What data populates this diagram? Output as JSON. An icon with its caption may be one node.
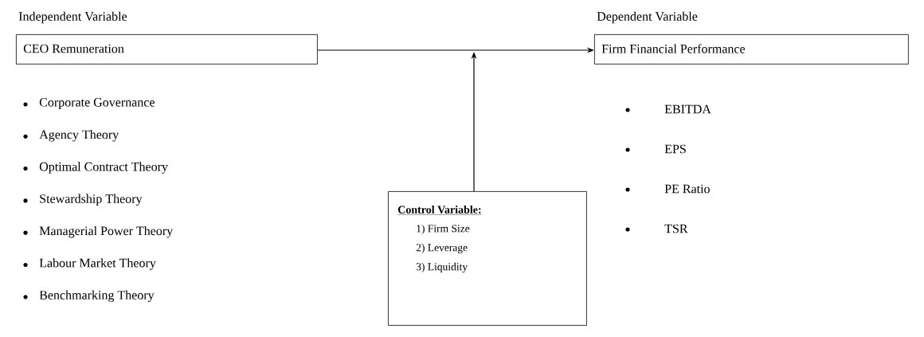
{
  "diagram": {
    "nodes": [
      {
        "text": [
          "Independent Variable",
          "CEO Remuneration"
        ]
      },
      {
        "text": [
          "Dependent Variable",
          "Firm Financial Performance"
        ]
      },
      {
        "text": [
          "Control Variable:",
          "1) Firm Size",
          "2) Leverage",
          "3) Liquidity"
        ]
      }
    ],
    "edges": [
      {
        "from": 0,
        "to": 1,
        "arrow": "to"
      },
      {
        "from": 2,
        "to": null,
        "arrow": "to"
      }
    ],
    "labels": [
      "Corporate Governance",
      "Agency Theory",
      "Optimal Contract Theory",
      "Stewardship Theory",
      "Managerial Power Theory",
      "Labour Market Theory",
      "Benchmarking Theory",
      "EBITDA",
      "EPS",
      "PE Ratio",
      "TSR"
    ]
  }
}
